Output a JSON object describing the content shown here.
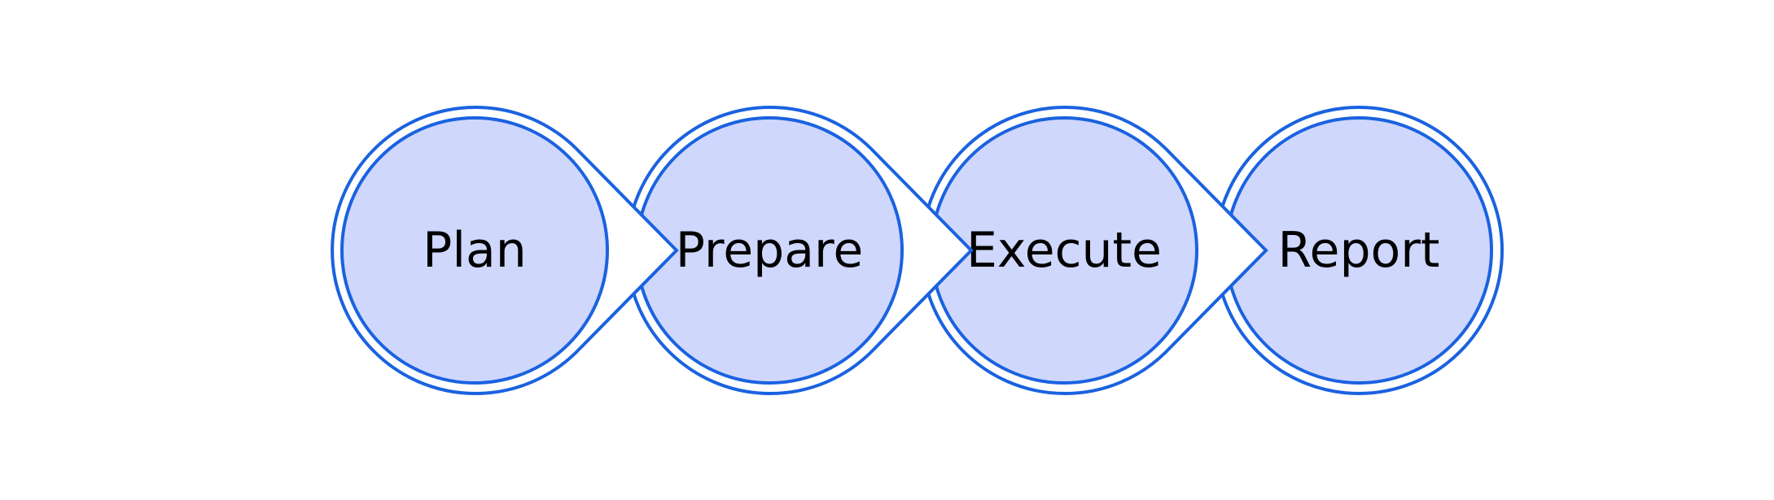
{
  "colors": {
    "stroke": "#1a62e0",
    "fill": "#cfd7fc",
    "background": "#ffffff",
    "text": "#000000"
  },
  "steps": [
    {
      "label": "Plan"
    },
    {
      "label": "Prepare"
    },
    {
      "label": "Execute"
    },
    {
      "label": "Report"
    }
  ]
}
